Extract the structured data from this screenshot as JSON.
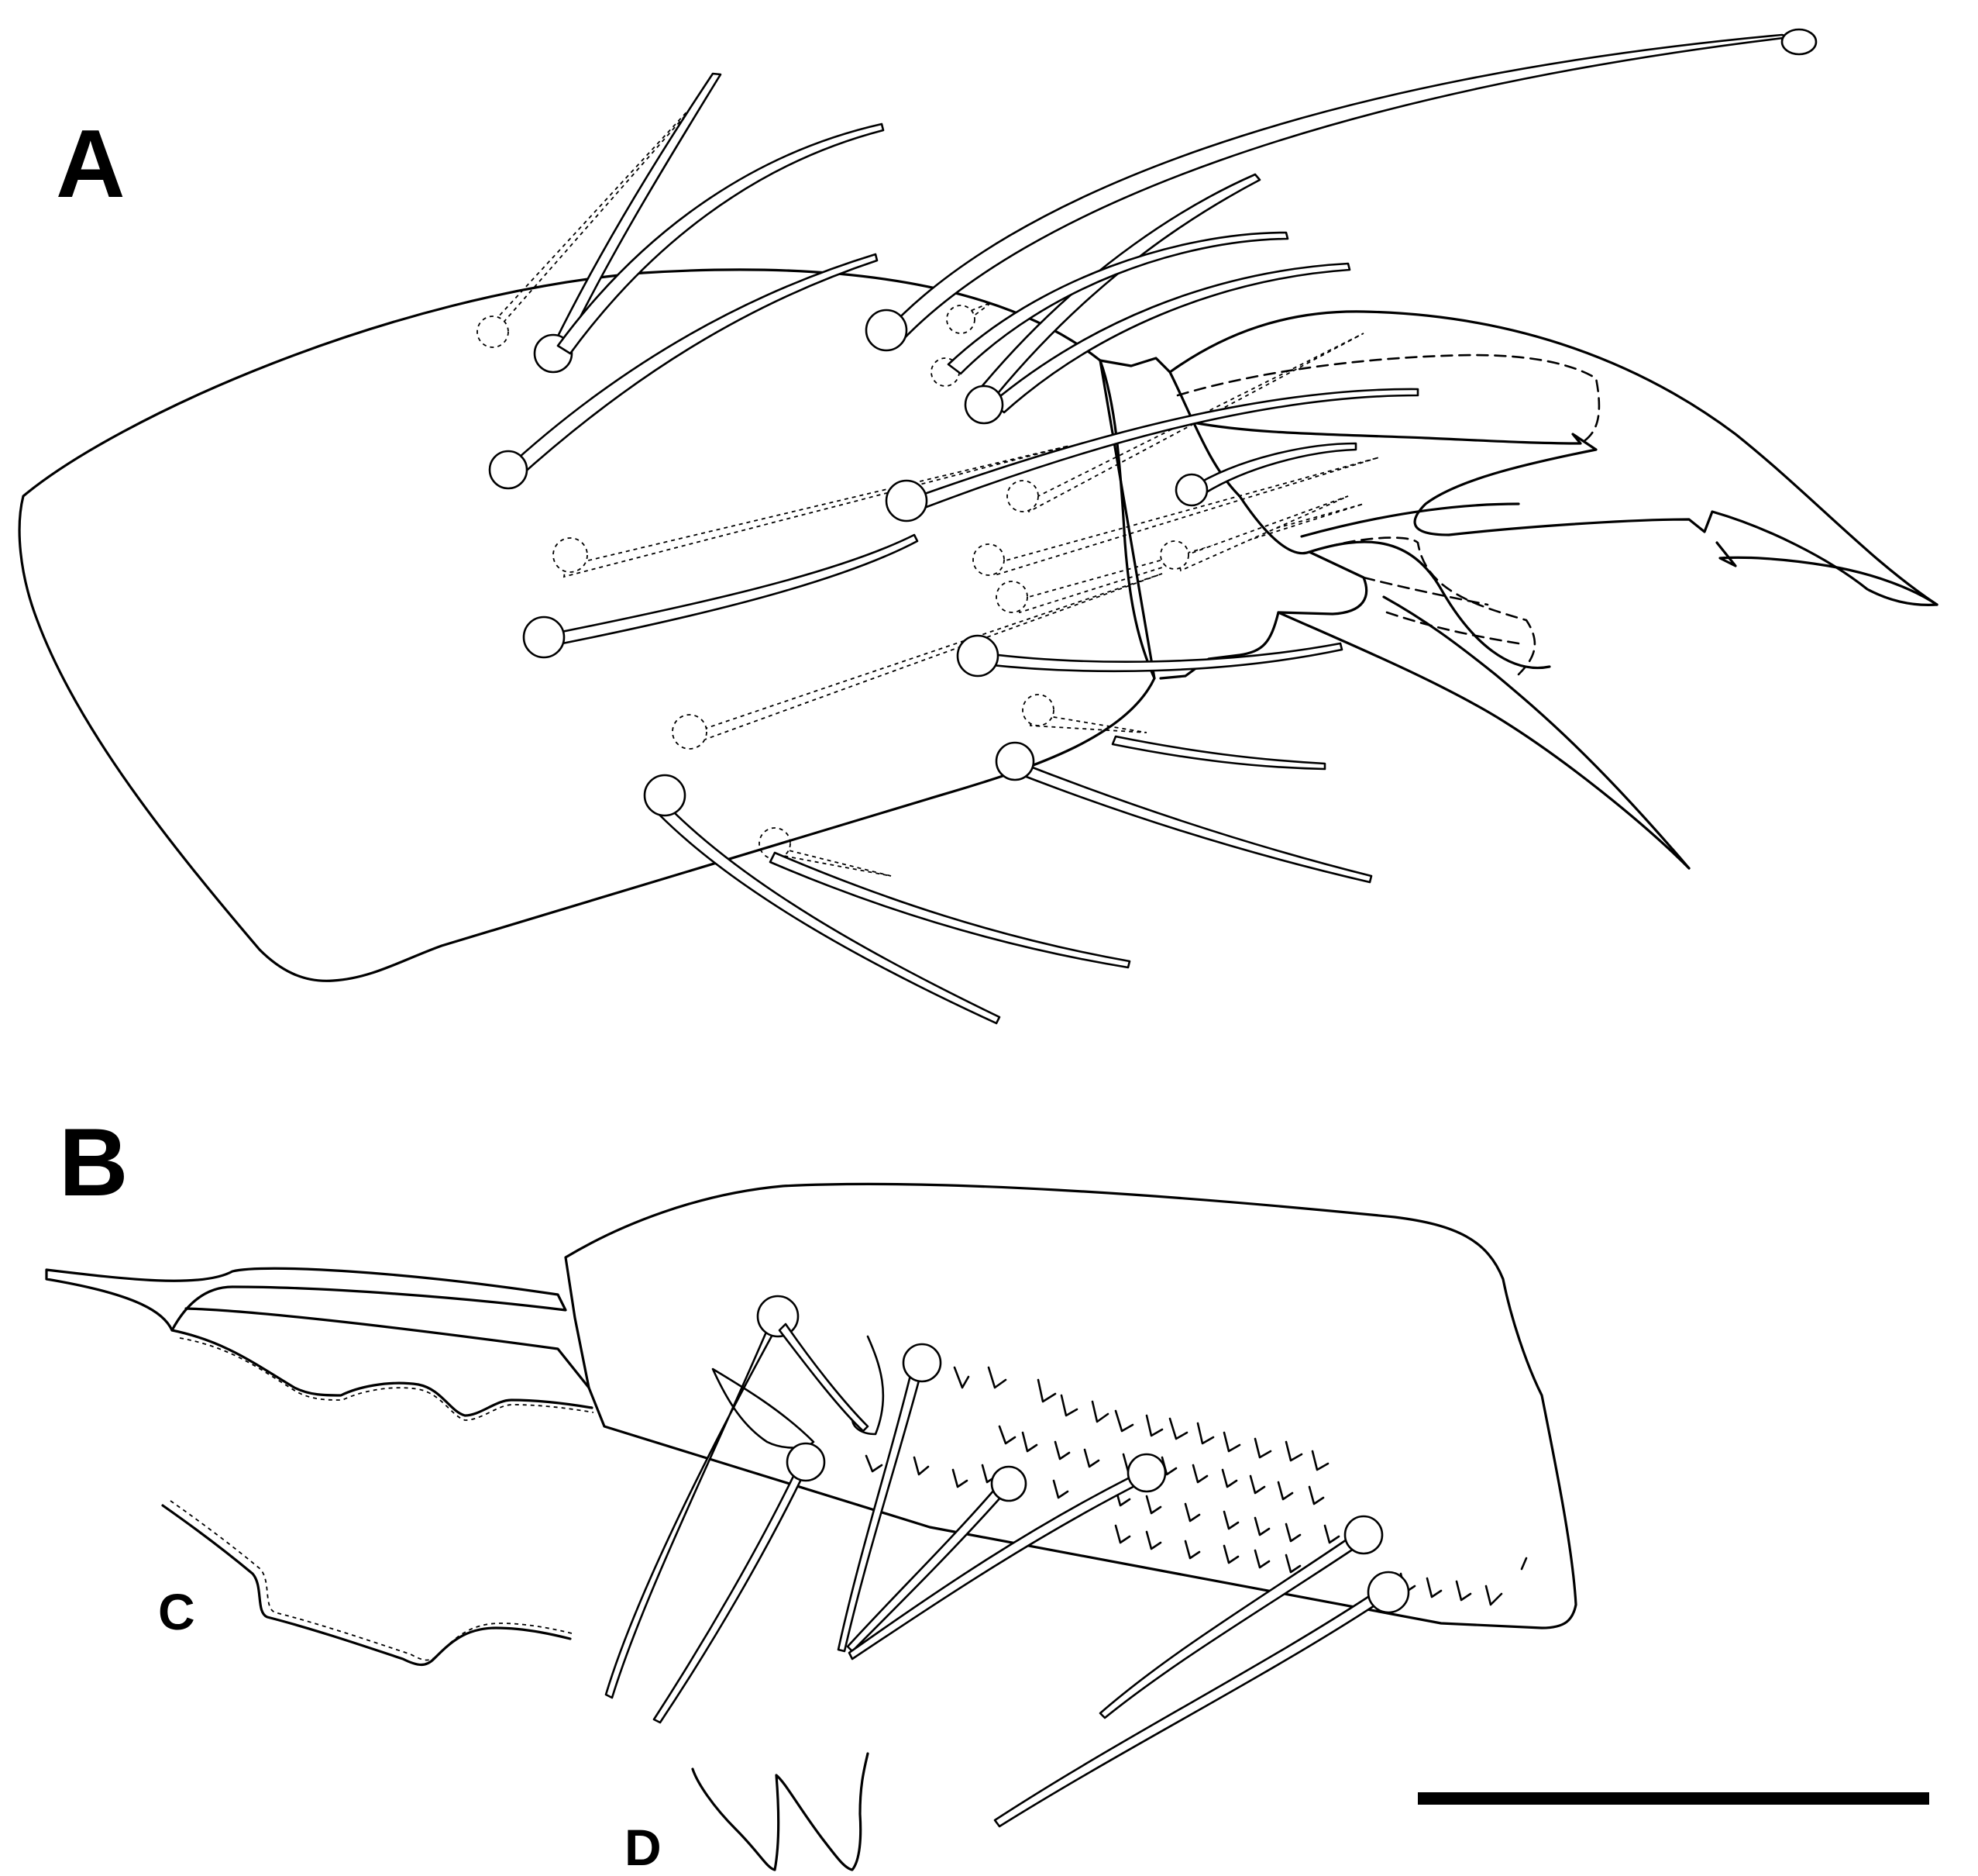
{
  "figure": {
    "panels": [
      {
        "id": "A",
        "label": "A"
      },
      {
        "id": "B",
        "label": "B"
      },
      {
        "id": "C",
        "label": "C"
      },
      {
        "id": "D",
        "label": "D"
      }
    ]
  }
}
